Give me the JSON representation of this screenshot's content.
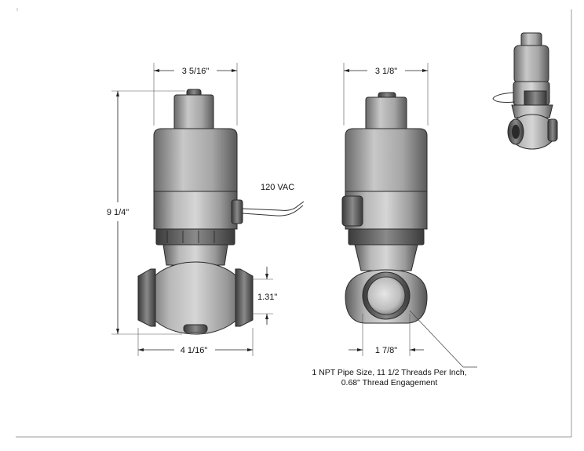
{
  "dimensions": {
    "front_width": "3 5/16\"",
    "side_width": "3 1/8\"",
    "height": "9 1/4\"",
    "voltage": "120 VAC",
    "port_offset": "1.31\"",
    "body_length": "4 1/16\"",
    "port_width": "1 7/8\""
  },
  "note": {
    "line1": "1 NPT Pipe Size, 11 1/2 Threads Per Inch,",
    "line2": "0.68\" Thread Engagement"
  }
}
